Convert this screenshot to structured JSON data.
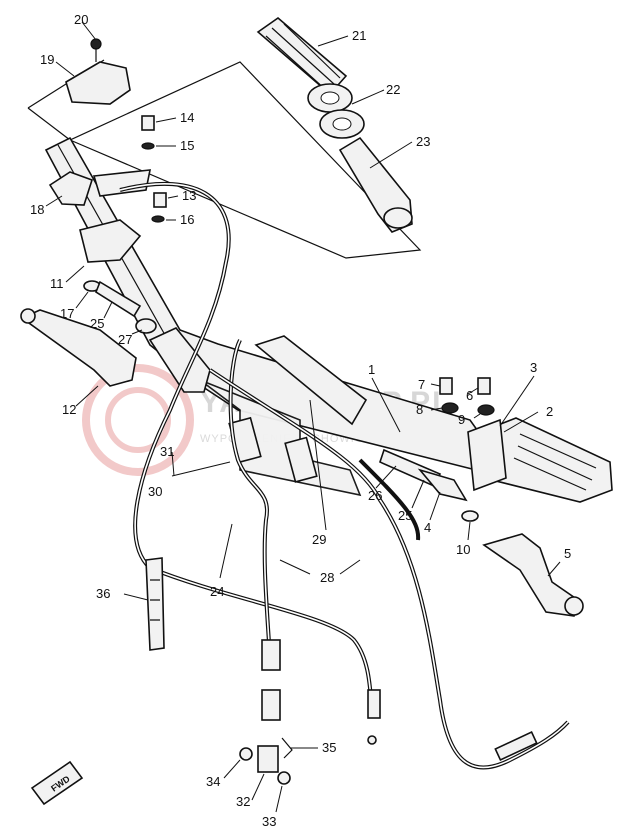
{
  "diagram": {
    "watermark": {
      "title": "YAMASKLEP.PL",
      "subtitle": "WYPOSAŻENIE ... CHOWICKA ... ALERIA ... DALA"
    },
    "fwd_label": "FWD",
    "callouts": [
      {
        "id": "c20",
        "label": "20"
      },
      {
        "id": "c19",
        "label": "19"
      },
      {
        "id": "c21",
        "label": "21"
      },
      {
        "id": "c22",
        "label": "22"
      },
      {
        "id": "c23",
        "label": "23"
      },
      {
        "id": "c14",
        "label": "14"
      },
      {
        "id": "c15",
        "label": "15"
      },
      {
        "id": "c13",
        "label": "13"
      },
      {
        "id": "c16",
        "label": "16"
      },
      {
        "id": "c18",
        "label": "18"
      },
      {
        "id": "c11",
        "label": "11"
      },
      {
        "id": "c17",
        "label": "17"
      },
      {
        "id": "c25a",
        "label": "25"
      },
      {
        "id": "c27",
        "label": "27"
      },
      {
        "id": "c12",
        "label": "12"
      },
      {
        "id": "c1",
        "label": "1"
      },
      {
        "id": "c3",
        "label": "3"
      },
      {
        "id": "c7",
        "label": "7"
      },
      {
        "id": "c6",
        "label": "6"
      },
      {
        "id": "c8",
        "label": "8"
      },
      {
        "id": "c9",
        "label": "9"
      },
      {
        "id": "c2",
        "label": "2"
      },
      {
        "id": "c31",
        "label": "31"
      },
      {
        "id": "c30",
        "label": "30"
      },
      {
        "id": "c26",
        "label": "26"
      },
      {
        "id": "c25b",
        "label": "25"
      },
      {
        "id": "c4",
        "label": "4"
      },
      {
        "id": "c10",
        "label": "10"
      },
      {
        "id": "c29",
        "label": "29"
      },
      {
        "id": "c5",
        "label": "5"
      },
      {
        "id": "c28",
        "label": "28"
      },
      {
        "id": "c24",
        "label": "24"
      },
      {
        "id": "c36",
        "label": "36"
      },
      {
        "id": "c35",
        "label": "35"
      },
      {
        "id": "c34",
        "label": "34"
      },
      {
        "id": "c32",
        "label": "32"
      },
      {
        "id": "c33",
        "label": "33"
      }
    ]
  }
}
